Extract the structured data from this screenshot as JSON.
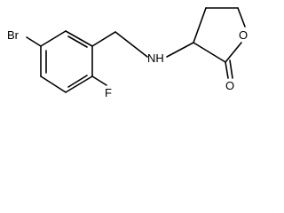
{
  "molecule": {
    "labels": {
      "bromine": "Br",
      "fluorine": "F",
      "amine": "NH",
      "ring_oxygen": "O",
      "carbonyl_oxygen": "O"
    }
  }
}
